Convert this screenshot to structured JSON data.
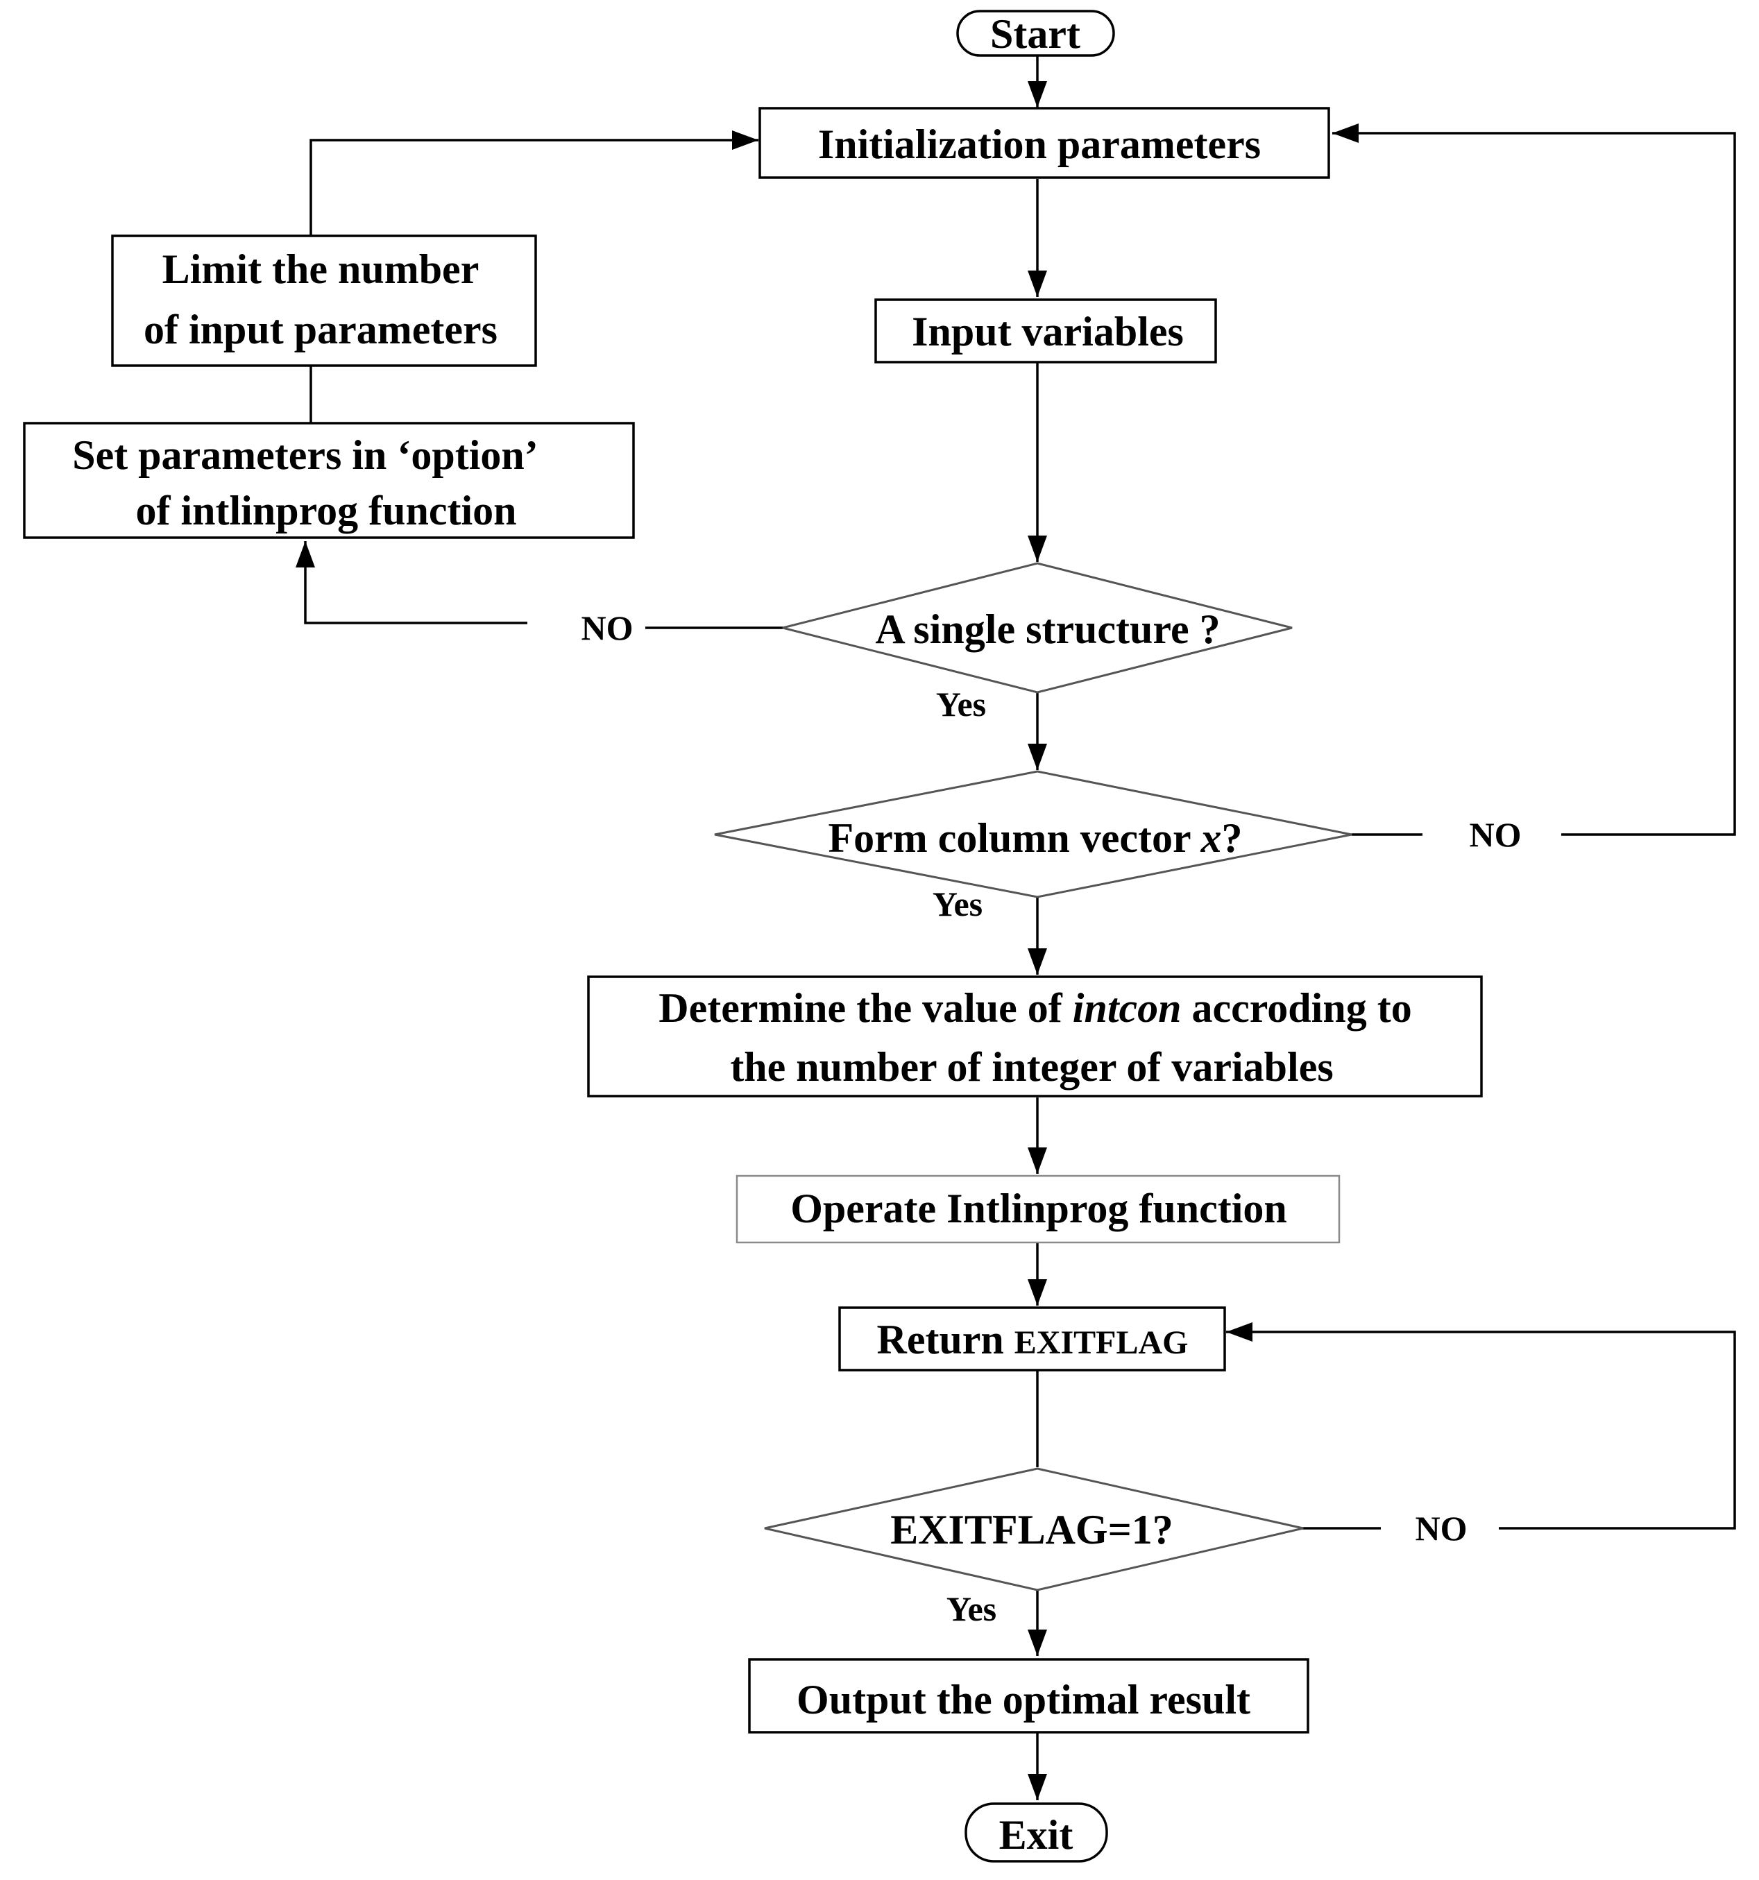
{
  "nodes": {
    "start": "Start",
    "init": "Initialization parameters",
    "input": "Input variables",
    "limit_line1": "Limit the number",
    "limit_line2": "of input parameters",
    "setparams_line1": "Set parameters  in ‘option’",
    "setparams_line2": "of intlinprog function",
    "single_structure": "A single structure ?",
    "form_vector_main": "Form column vector ",
    "form_vector_var": "x",
    "form_vector_q": "?",
    "determine_line1_a": "Determine the value of ",
    "determine_line1_b": "intcon",
    "determine_line1_c": " accroding to",
    "determine_line2": "the number of integer of variables",
    "operate": "Operate Intlinprog function",
    "return_a": "Return ",
    "return_b": "EXITFLAG",
    "exitflag_check": "EXITFLAG=1?",
    "output": "Output the optimal result",
    "exit": "Exit"
  },
  "edge_labels": {
    "single_no": "NO",
    "single_yes": "Yes",
    "form_no": "NO",
    "form_yes": "Yes",
    "exitflag_no": "NO",
    "exitflag_yes": "Yes"
  }
}
